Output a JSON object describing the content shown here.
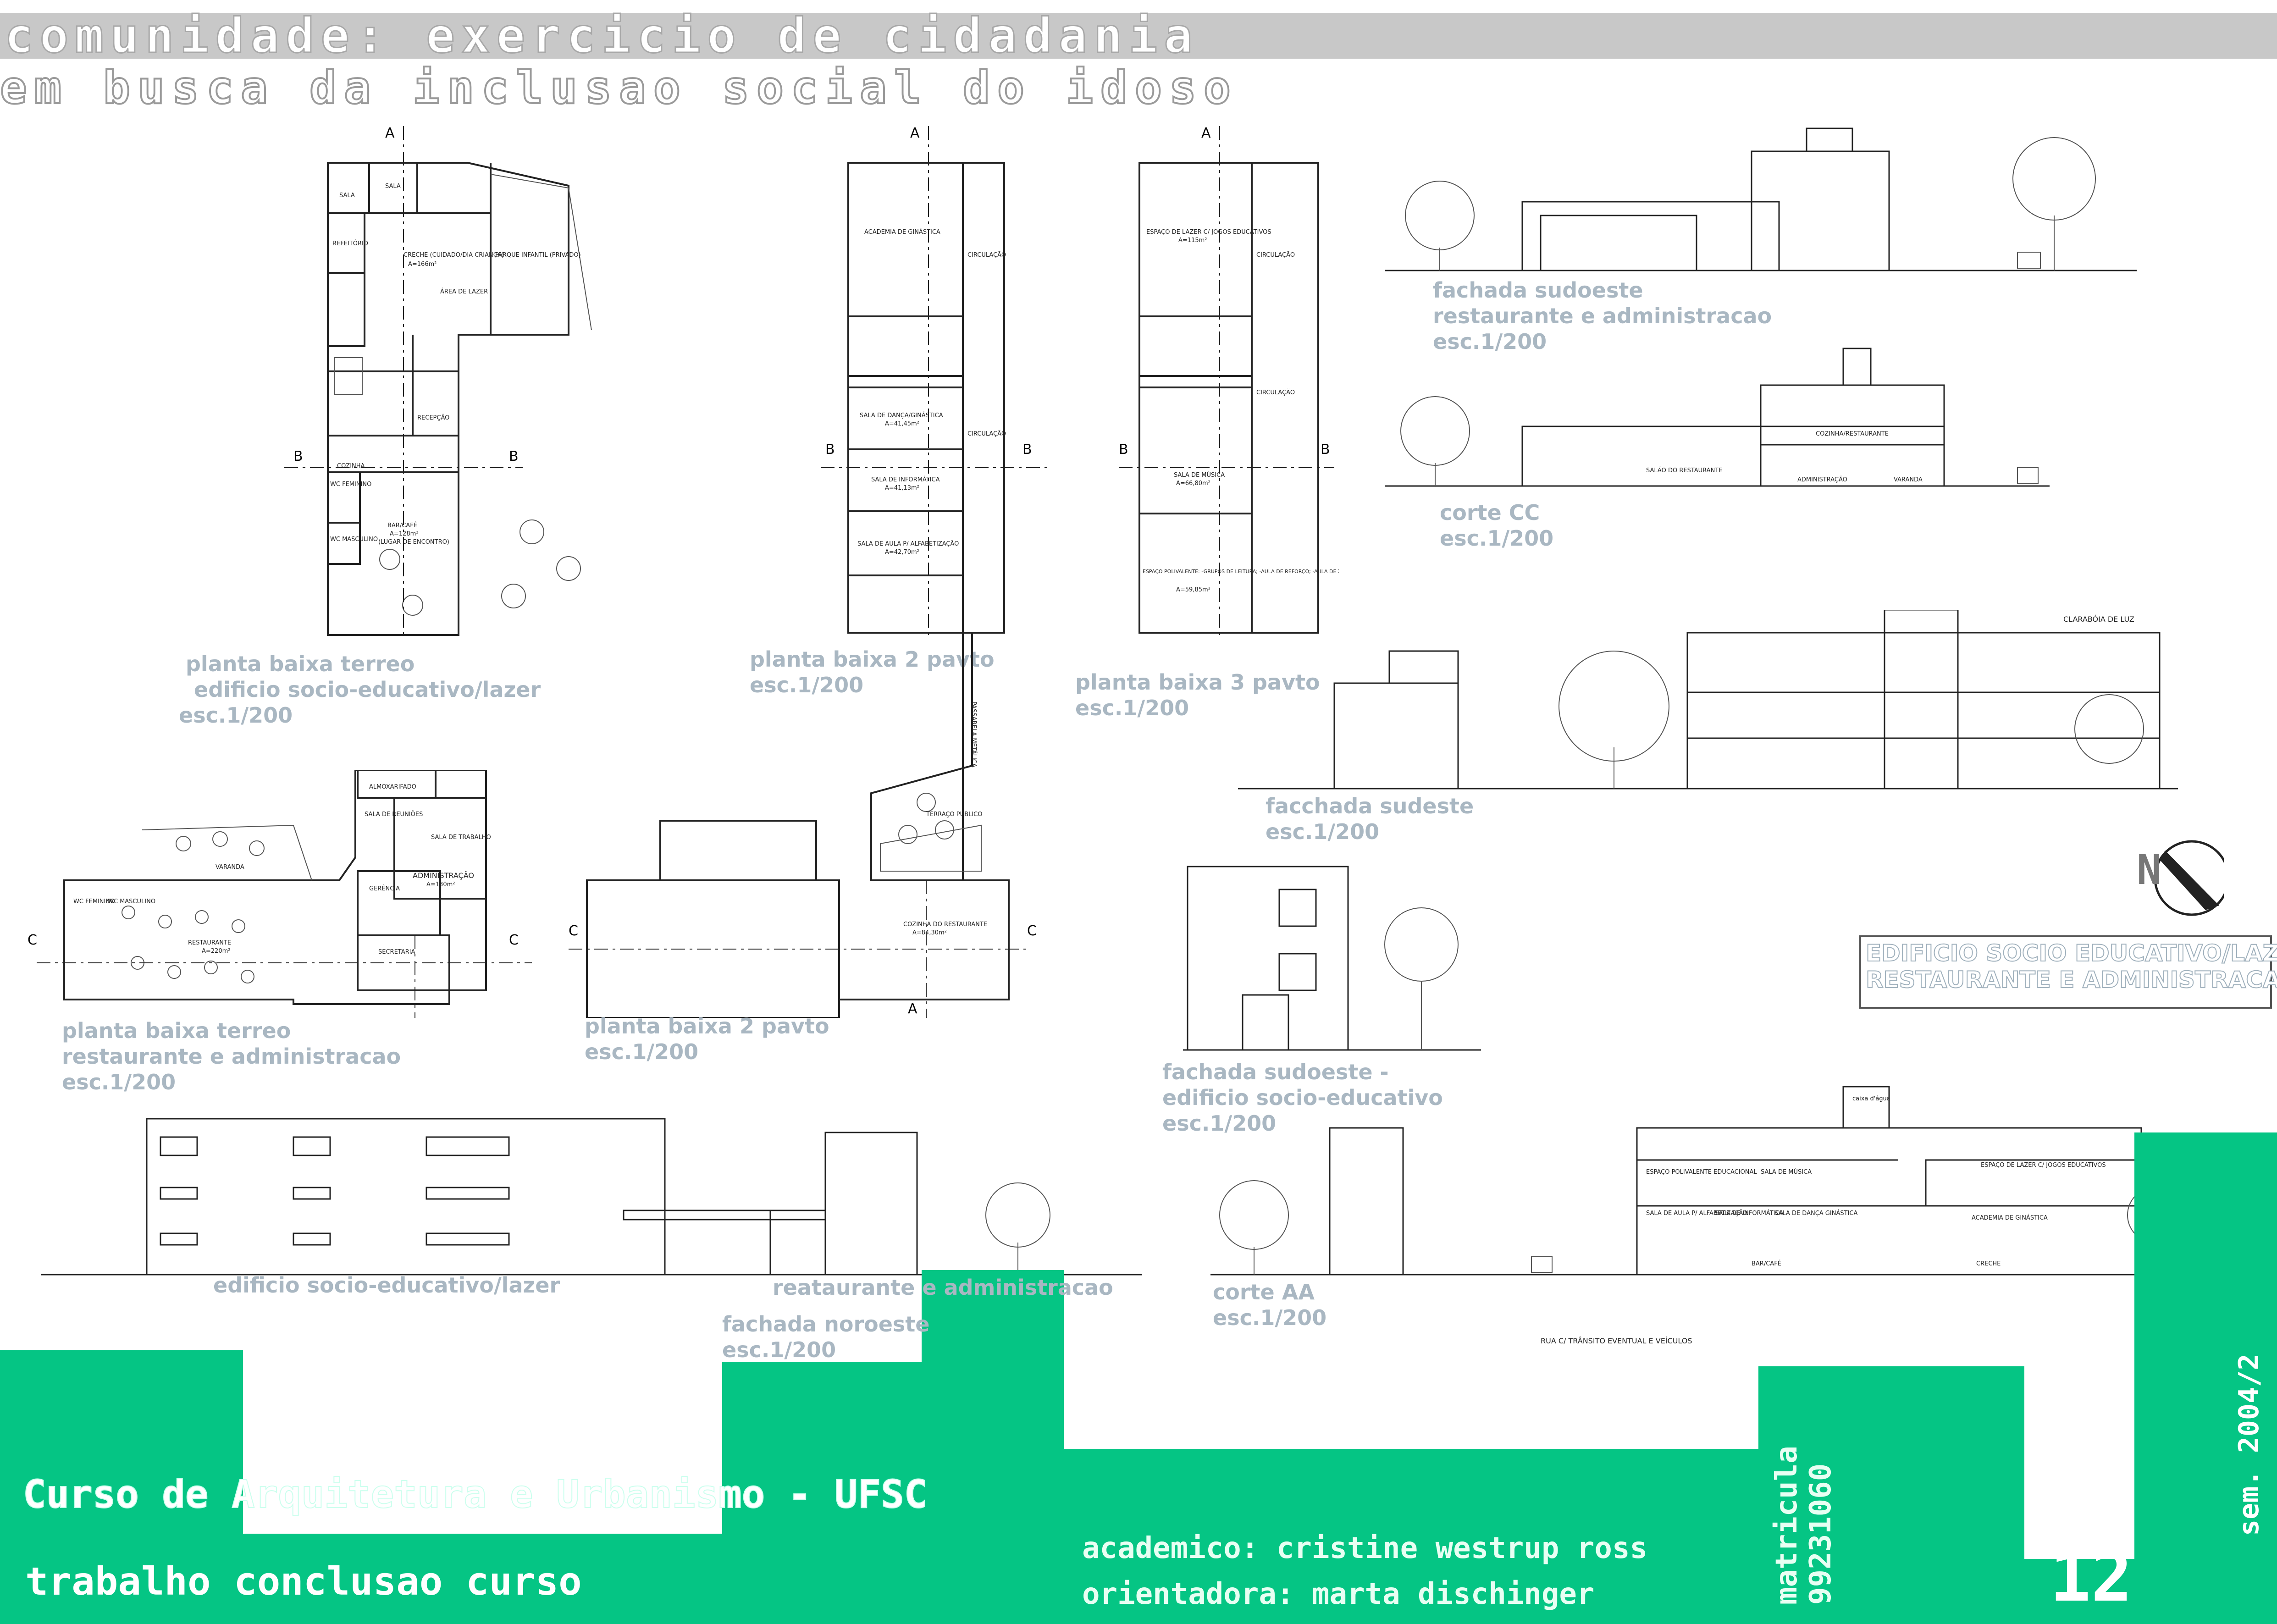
{
  "header": {
    "title": "comunidade: exercicio de cidadania",
    "subtitle": "em busca da inclusao social do idoso"
  },
  "plans": {
    "terreo_socio": {
      "line1": "planta baixa terreo",
      "line2": "edificio socio-educativo/lazer",
      "scale": "esc.1/200"
    },
    "pavto2_socio": {
      "line1": "planta baixa 2 pavto",
      "scale": "esc.1/200"
    },
    "pavto3_socio": {
      "line1": "planta baixa 3 pavto",
      "scale": "esc.1/200"
    },
    "terreo_rest": {
      "line1": "planta baixa terreo",
      "line2": "restaurante e administracao",
      "scale": "esc.1/200"
    },
    "pavto2_rest": {
      "line1": "planta baixa 2 pavto",
      "scale": "esc.1/200"
    }
  },
  "rooms": {
    "sala": "SALA",
    "creche": "CRECHE (CUIDADO/DIA CRIANÇA)",
    "creche_area": "A=166m²",
    "refeitorio": "REFEITÓRIO",
    "area_lazer": "ÁREA DE LAZER",
    "parque": "PARQUE INFANTIL (PRIVADO)",
    "recepcao": "RECEPÇÃO",
    "cozinha": "COZINHA",
    "bar_cafe": "BAR/CAFÉ",
    "bar_area": "A=128m²",
    "bar_note": "(LUGAR DE ENCONTRO)",
    "academia": "ACADEMIA DE GINÁSTICA",
    "circulacao": "CIRCULAÇÃO",
    "sala_danca": "SALA DE DANÇA/GINÁSTICA",
    "sala_danca_area": "A=41,45m²",
    "sala_informatica": "SALA DE INFORMÁTICA",
    "sala_informatica_area": "A=41,13m²",
    "sala_aula": "SALA DE AULA P/ ALFABETIZAÇÃO",
    "sala_aula_area": "A=42,70m²",
    "espaco_lazer": "ESPAÇO DE LAZER C/ JOGOS EDUCATIVOS",
    "espaco_lazer_area": "A=115m²",
    "sala_musica": "SALA DE MÚSICA",
    "sala_musica_area": "A=66,80m²",
    "espaco_polivalente": "ESPAÇO POLIVALENTE: -GRUPOS DE LEITURA; -AULA DE REFORÇO; -AULA DE XADREZ",
    "espaco_polivalente_area": "A=59,85m²",
    "passarela": "PASSARELA METÁLICA",
    "terraco": "TERRAÇO PÚBLICO",
    "cozinha_restaurante": "COZINHA DO RESTAURANTE",
    "cozinha_restaurante_area": "A=84,30m²",
    "restaurante": "RESTAURANTE",
    "restaurante_area": "A=220m²",
    "varanda": "VARANDA",
    "almoxarifado": "ALMOXARIFADO",
    "sala_reunioes": "SALA DE REUNIÕES",
    "sala_trabalho": "SALA DE TRABALHO",
    "administracao": "ADMINISTRAÇÃO",
    "administracao_area": "A=130m²",
    "gerencia": "GERÊNCIA",
    "secretaria": "SECRETARIA",
    "wc_feminino": "WC FEMININO",
    "wc_masculino": "WC MASCULINO"
  },
  "section_marks": {
    "a": "A",
    "b": "B",
    "c": "C"
  },
  "elevations": {
    "fachada_sudoeste_rest": {
      "line1": "fachada sudoeste",
      "line2": "restaurante e administracao",
      "scale": "esc.1/200"
    },
    "corte_cc": {
      "line1": "corte CC",
      "scale": "esc.1/200"
    },
    "fachada_sudeste": {
      "line1": "facchada sudeste",
      "scale": "esc.1/200"
    },
    "fachada_sudoeste_socio": {
      "line1": "fachada sudoeste -",
      "line2": "edificio socio-educativo",
      "scale": "esc.1/200"
    },
    "corte_aa": {
      "line1": "corte AA",
      "scale": "esc.1/200"
    },
    "fachada_noroeste": {
      "label_socio": "edificio socio-educativo/lazer",
      "label_rest": "reataurante e administracao",
      "line1": "fachada noroeste",
      "scale": "esc.1/200"
    }
  },
  "section_labels": {
    "claraboia": "CLARABÓIA DE LUZ",
    "rua": "RUA C/ TRÂNSITO EVENTUAL E VEÍCULOS",
    "cozinha_restaurante": "COZINHA/RESTAURANTE",
    "salao": "SALÃO DO RESTAURANTE",
    "administracao": "ADMINISTRAÇÃO",
    "varanda": "VARANDA",
    "espaco_polivalente": "ESPAÇO POLIVALENTE EDUCACIONAL",
    "sala_musica": "SALA DE MÚSICA",
    "espaco_lazer": "ESPAÇO DE LAZER C/ JOGOS EDUCATIVOS",
    "sala_aula": "SALA DE AULA P/ ALFABETIZAÇÃO",
    "sala_informatica": "SALA DE INFORMÁTICA",
    "sala_danca": "SALA DE DANÇA GINÁSTICA",
    "academia": "ACADEMIA DE GINÁSTICA",
    "bar_cafe": "BAR/CAFÉ",
    "creche": "CRECHE",
    "caixa": "caixa d'água"
  },
  "building_box": {
    "line1": "EDIFICIO SOCIO EDUCATIVO/LAZER",
    "line2": "RESTAURANTE E ADMINISTRACAO"
  },
  "north": {
    "label": "N"
  },
  "footer": {
    "course": "Curso de Arquitetura e Urbanismo - UFSC",
    "work": "trabalho conclusao  curso",
    "academic": "academico: cristine westrup ross",
    "advisor": "orientadora: marta dischinger",
    "matricula_label": "matricula",
    "matricula_number": "99231060",
    "semester": "sem. 2004/2",
    "sheet": "12"
  },
  "colors": {
    "accent": "#05c584",
    "caption": "#a9b7c2",
    "title_bar": "#c8c8c8"
  }
}
